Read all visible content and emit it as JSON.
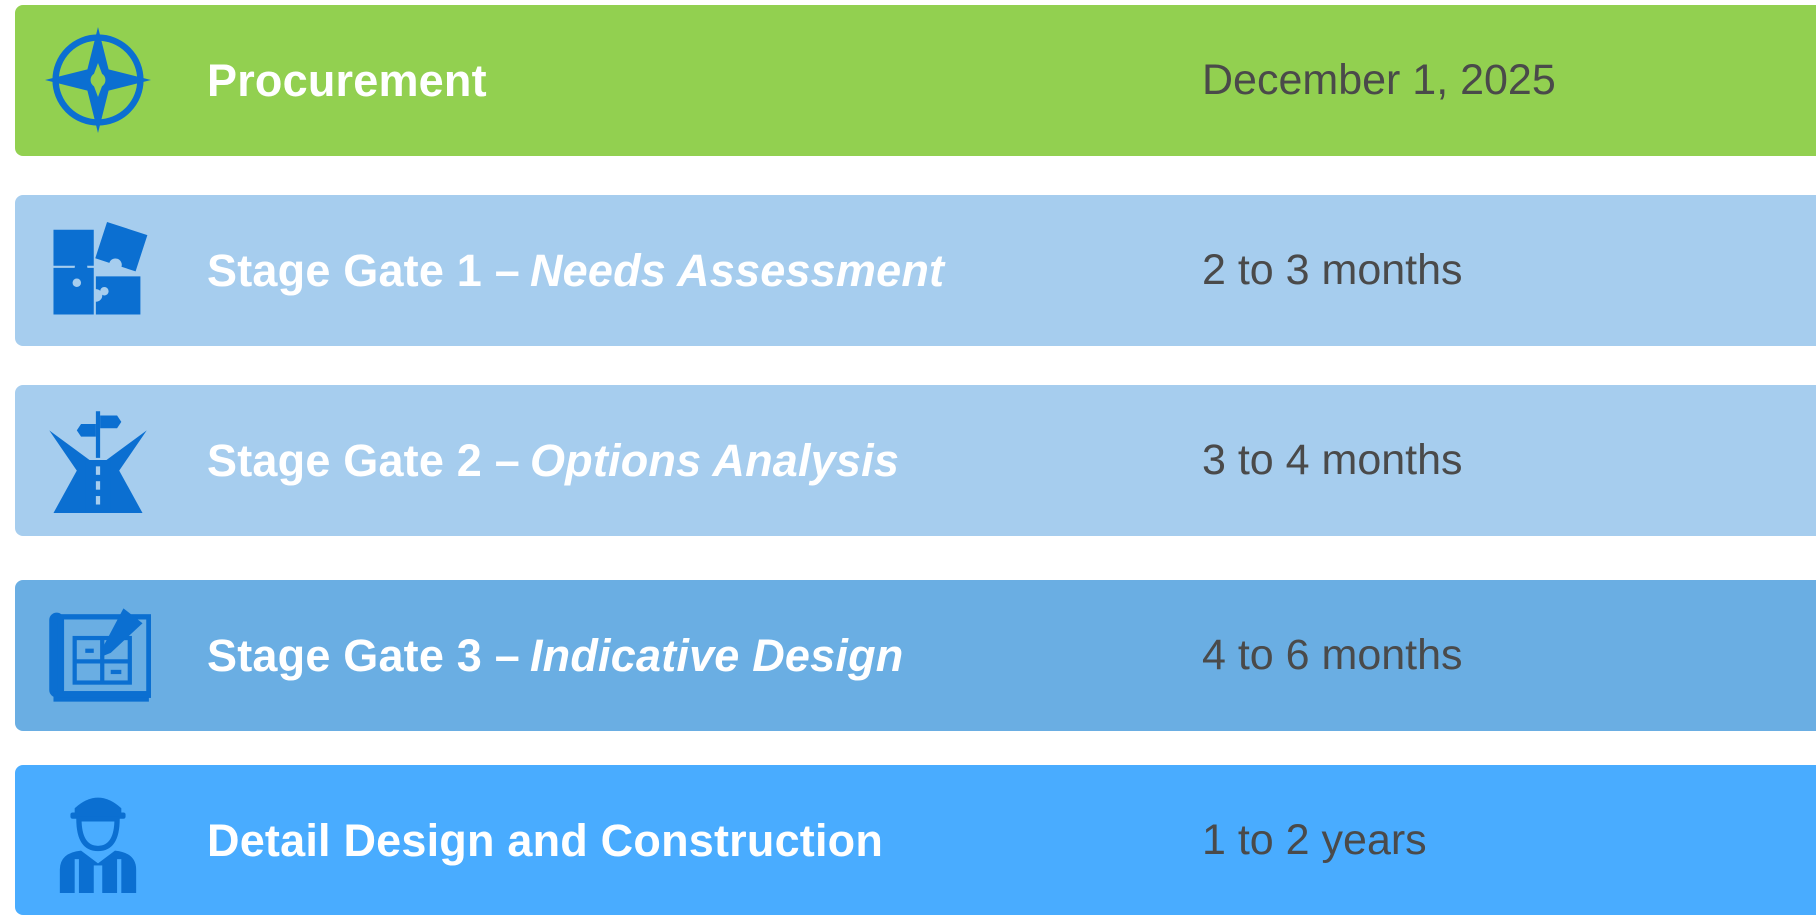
{
  "colors": {
    "procurement_bg": "#92d050",
    "stage_gate_light_bg": "#a6cdee",
    "stage_gate_mid_bg": "#6aaee3",
    "construction_bg": "#49acff",
    "icon_color": "#0b6fd1",
    "title_text": "#ffffff",
    "detail_text": "#4a4a4a"
  },
  "rows": [
    {
      "icon": "compass-icon",
      "title": "Procurement",
      "subtitle": "",
      "detail": "December 1, 2025"
    },
    {
      "icon": "puzzle-icon",
      "title": "Stage Gate 1 –",
      "subtitle": "Needs Assessment",
      "detail": "2 to 3 months"
    },
    {
      "icon": "road-fork-icon",
      "title": "Stage Gate 2 –",
      "subtitle": "Options Analysis",
      "detail": "3 to 4 months"
    },
    {
      "icon": "blueprint-icon",
      "title": "Stage Gate 3 –",
      "subtitle": "Indicative Design",
      "detail": "4 to 6 months"
    },
    {
      "icon": "construction-worker-icon",
      "title": "Detail Design and Construction",
      "subtitle": "",
      "detail": "1 to 2 years"
    }
  ]
}
